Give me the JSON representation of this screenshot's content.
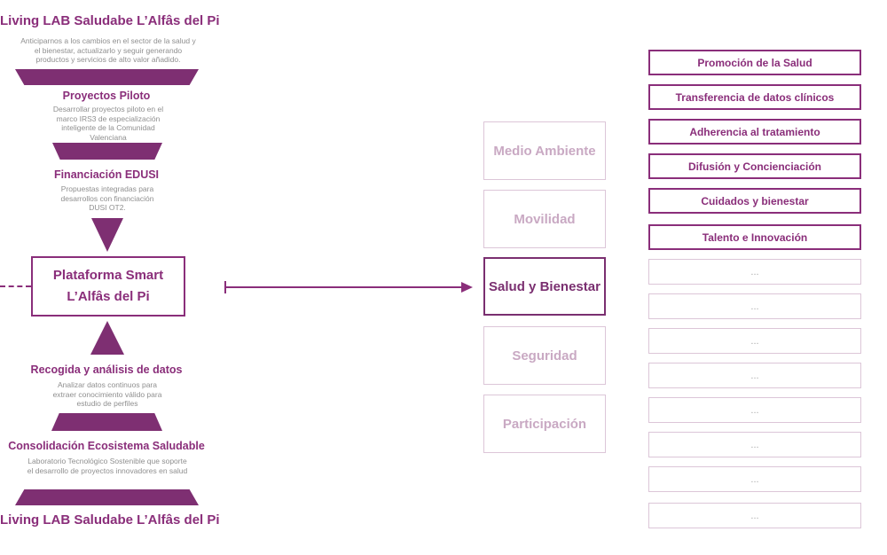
{
  "top_block": {
    "title": "Living LAB Saludabe L’Alfâs del Pi",
    "desc": "Anticiparnos a los cambios en el sector de la salud y el bienestar, actualizarlo y seguir generando productos y servicios de alto valor añadido."
  },
  "pilot_block": {
    "title": "Proyectos Piloto",
    "desc": "Desarrollar proyectos piloto en el marco IRS3 de especialización inteligente de la Comunidad Valenciana"
  },
  "funding_block": {
    "title": "Financiación EDUSI",
    "desc": "Propuestas integradas para desarrollos con financiación DUSI OT2."
  },
  "platform": {
    "line1": "Plataforma Smart",
    "line2": "L’Alfâs del Pi"
  },
  "data_block": {
    "title": "Recogida y análisis de datos",
    "desc": "Analizar datos continuos para extraer conocimiento válido para estudio de perfiles"
  },
  "ecosystem_block": {
    "title": "Consolidación Ecosistema Saludable",
    "desc": "Laboratorio Tecnológico Sostenible que soporte el desarrollo de proyectos innovadores en salud"
  },
  "bottom_block": {
    "title": "Living LAB Saludabe L’Alfâs del Pi"
  },
  "categories": [
    {
      "label": "Medio Ambiente",
      "active": false
    },
    {
      "label": "Movilidad",
      "active": false
    },
    {
      "label": "Salud y Bienestar",
      "active": true
    },
    {
      "label": "Seguridad",
      "active": false
    },
    {
      "label": "Participación",
      "active": false
    }
  ],
  "items": [
    {
      "label": "Promoción de la Salud"
    },
    {
      "label": "Transferencia de datos clínicos"
    },
    {
      "label": "Adherencia al tratamiento"
    },
    {
      "label": "Difusión y Concienciación"
    },
    {
      "label": "Cuidados y bienestar"
    },
    {
      "label": "Talento e Innovación"
    },
    {
      "label": "..."
    },
    {
      "label": "..."
    },
    {
      "label": "..."
    },
    {
      "label": "..."
    },
    {
      "label": "..."
    },
    {
      "label": "..."
    },
    {
      "label": "..."
    },
    {
      "label": "..."
    }
  ],
  "colors": {
    "primary": "#8a2e7a",
    "muted_border": "#dcc6d8",
    "muted_text": "#c9a9c3",
    "description": "#8f8f8f"
  }
}
